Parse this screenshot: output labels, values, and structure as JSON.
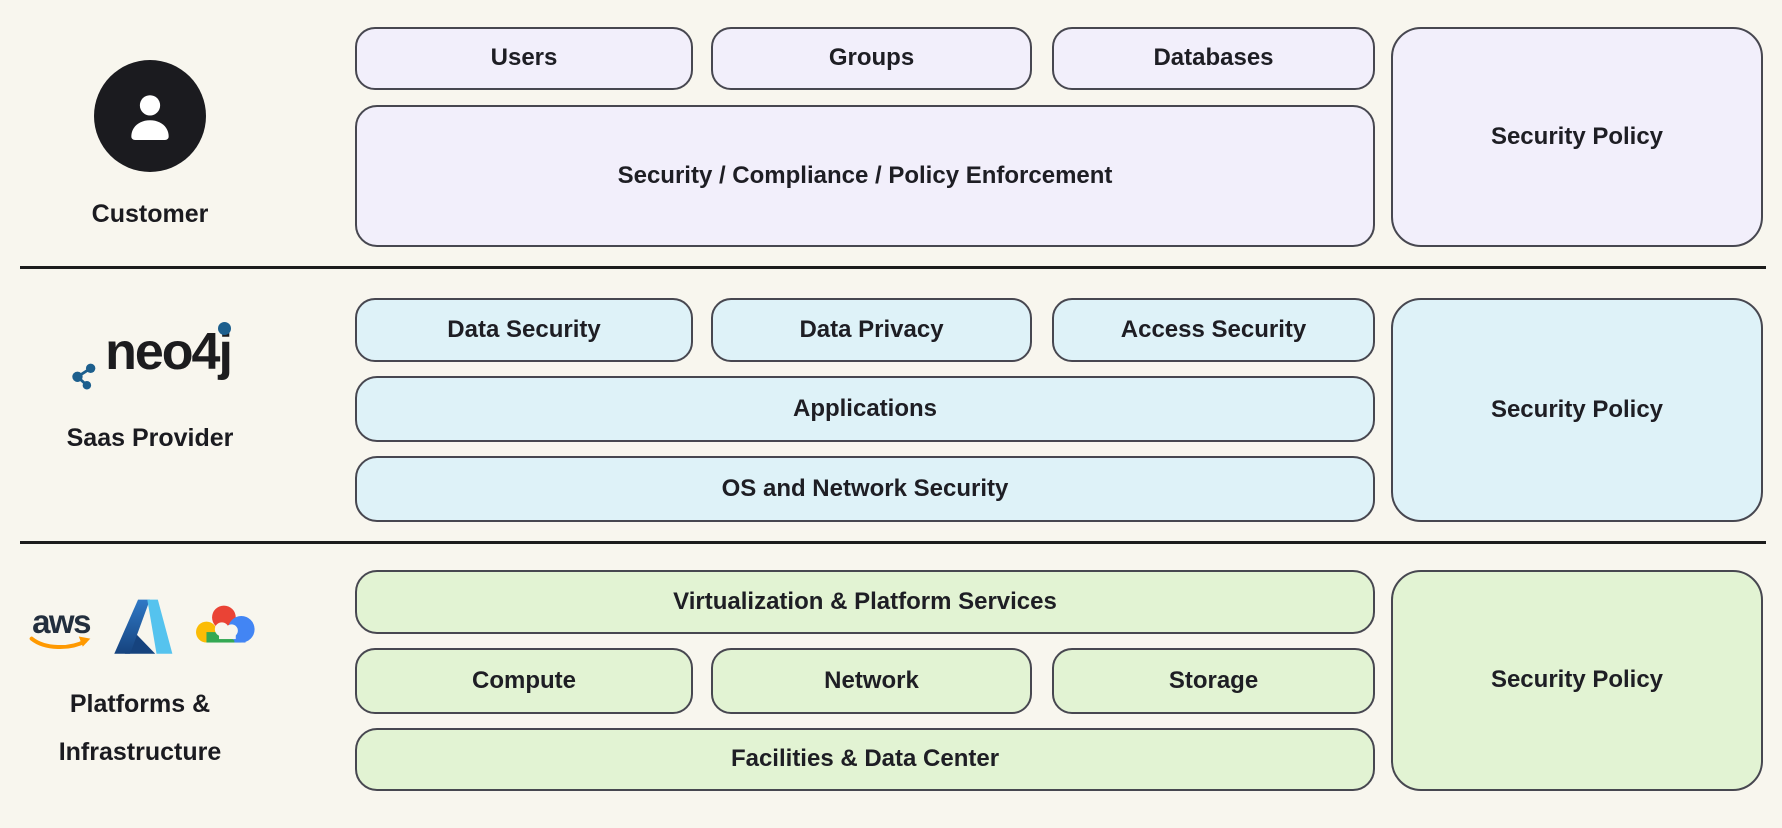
{
  "diagram": {
    "background": "#f8f6ee",
    "divider_color": "#1c1c1c",
    "box_border_color": "#474750"
  },
  "customer_row": {
    "label": "Customer",
    "icon": "person-icon",
    "fill": "#f2effb",
    "users": "Users",
    "groups": "Groups",
    "databases": "Databases",
    "compliance": "Security / Compliance / Policy Enforcement",
    "policy": "Security Policy"
  },
  "saas_row": {
    "label": "Saas Provider",
    "logo": "neo4j-logo",
    "logo_text": "neo4j",
    "logo_blue": "#1d5f8d",
    "fill": "#def2f8",
    "data_security": "Data Security",
    "data_privacy": "Data Privacy",
    "access_security": "Access Security",
    "applications": "Applications",
    "os_network": "OS and Network Security",
    "policy": "Security Policy"
  },
  "platforms_row": {
    "label_line1": "Platforms &",
    "label_line2": "Infrastructure",
    "logos": [
      "aws-logo",
      "azure-logo",
      "google-cloud-logo"
    ],
    "aws_text": "aws",
    "aws_orange": "#ff9900",
    "azure_blue": "#55c3ee",
    "google_colors": [
      "#ea4335",
      "#fbbc05",
      "#34a853",
      "#4285f4"
    ],
    "fill": "#e2f3d3",
    "virtualization": "Virtualization & Platform Services",
    "compute": "Compute",
    "network": "Network",
    "storage": "Storage",
    "facilities": "Facilities & Data Center",
    "policy": "Security Policy"
  }
}
